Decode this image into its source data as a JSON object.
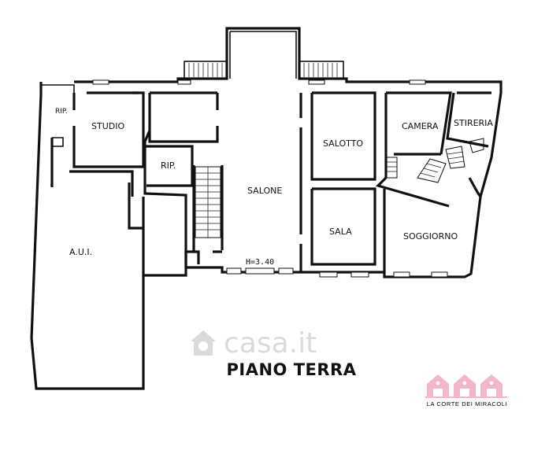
{
  "floor": {
    "title": "PIANO TERRA",
    "ceiling_height": "H=3.40"
  },
  "rooms": {
    "studio": "STUDIO",
    "rip_top": "RIP.",
    "rip_mid": "RIP.",
    "salone": "SALONE",
    "salotto": "SALOTTO",
    "camera": "CAMERA",
    "stireria": "STIRERIA",
    "sala": "SALA",
    "soggiorno": "SOGGIORNO",
    "aui": "A.U.I."
  },
  "watermark": {
    "text": "casa.it",
    "icon": "house-icon"
  },
  "logo": {
    "text": "LA CORTE DEI MIRACOLI",
    "color": "#f3b6c8",
    "icon": "houses-logo-icon"
  },
  "colors": {
    "walls": "#111111",
    "background": "#ffffff",
    "logo_pink": "#f3b6c8"
  }
}
